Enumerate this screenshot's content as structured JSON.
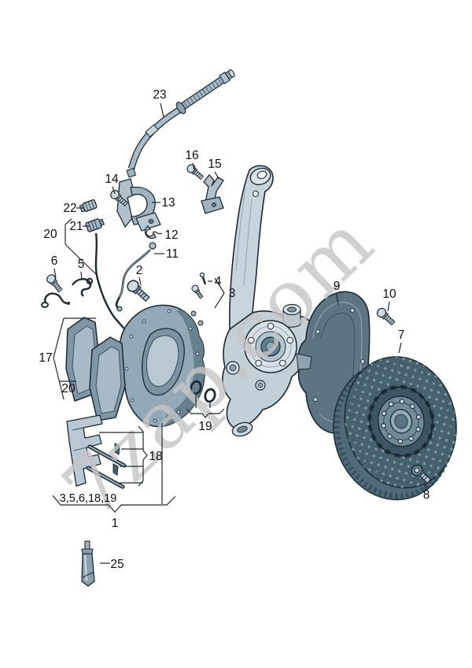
{
  "watermark": {
    "text": "7zap.com"
  },
  "palette": {
    "background": "#ffffff",
    "line": "#1c2b33",
    "metal_light": "#cdd8de",
    "metal_mid": "#9fb3c0",
    "metal_dark": "#6d8697",
    "disc_slate": "#47626f",
    "shield_slate": "#5d7583",
    "label_text": "#0e0e0e",
    "watermark_gray": "#c6c6c6"
  },
  "callouts": {
    "n1": "1",
    "n2": "2",
    "n3": "3",
    "n4": "4",
    "n5": "5",
    "n6": "6",
    "n7": "7",
    "n8": "8",
    "n9": "9",
    "n10": "10",
    "n11": "11",
    "n12": "12",
    "n13": "13",
    "n14": "14",
    "n15": "15",
    "n16": "16",
    "n17": "17",
    "n18": "18",
    "n19": "19",
    "n20_upper": "20",
    "n20_lower": "20",
    "n21": "21",
    "n22": "22",
    "n23": "23",
    "n25": "25",
    "group1": "3,5,6,18,19"
  }
}
